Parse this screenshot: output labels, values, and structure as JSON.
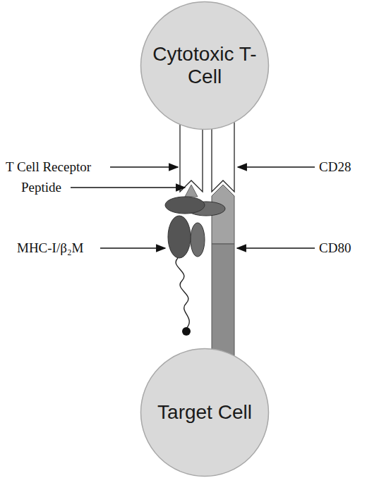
{
  "diagram": {
    "nodes": [
      {
        "text": [
          "Cytotoxic T-Cell"
        ]
      },
      {
        "text": [
          "Target Cell"
        ]
      }
    ],
    "labels": [
      "T Cell Receptor",
      "Peptide",
      "MHC-I/β₂M",
      "CD28",
      "CD80"
    ]
  }
}
